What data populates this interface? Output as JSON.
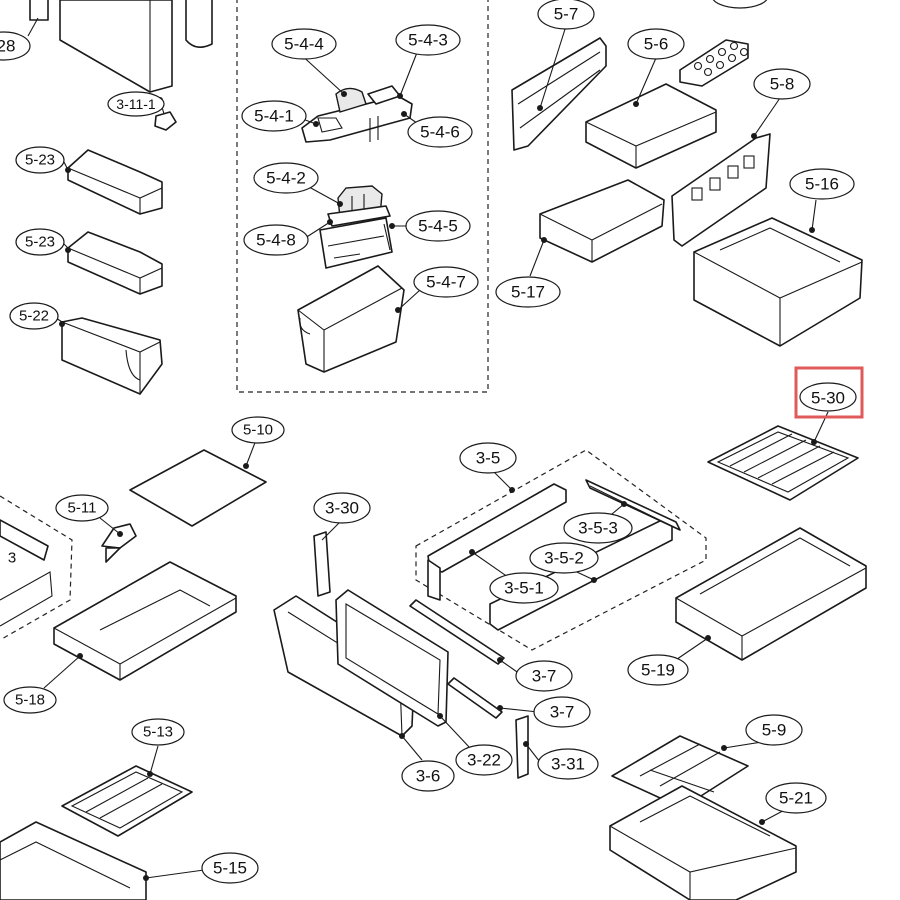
{
  "highlight_color": "#e05a5a",
  "highlighted_callout": "5-30",
  "callouts": {
    "c28": "28",
    "c3_11_1": "3-11-1",
    "c5_23a": "5-23",
    "c5_23b": "5-23",
    "c5_22": "5-22",
    "c5_4_4": "5-4-4",
    "c5_4_3": "5-4-3",
    "c5_4_1": "5-4-1",
    "c5_4_6": "5-4-6",
    "c5_4_2": "5-4-2",
    "c5_4_5": "5-4-5",
    "c5_4_8": "5-4-8",
    "c5_4_7": "5-4-7",
    "c5_7": "5-7",
    "c5_6": "5-6",
    "c5_8": "5-8",
    "c5_16": "5-16",
    "c5_17": "5-17",
    "c5_30": "5-30",
    "c5_10": "5-10",
    "c5_11": "5-11",
    "c3_left": "3",
    "c5_18": "5-18",
    "c5_13": "5-13",
    "c5_15": "5-15",
    "c3_30": "3-30",
    "c3_6": "3-6",
    "c3_22": "3-22",
    "c3_31": "3-31",
    "c3_5": "3-5",
    "c3_5_3": "3-5-3",
    "c3_5_2": "3-5-2",
    "c3_5_1": "3-5-1",
    "c3_7a": "3-7",
    "c3_7b": "3-7",
    "c5_19": "5-19",
    "c5_9": "5-9",
    "c5_21": "5-21"
  }
}
